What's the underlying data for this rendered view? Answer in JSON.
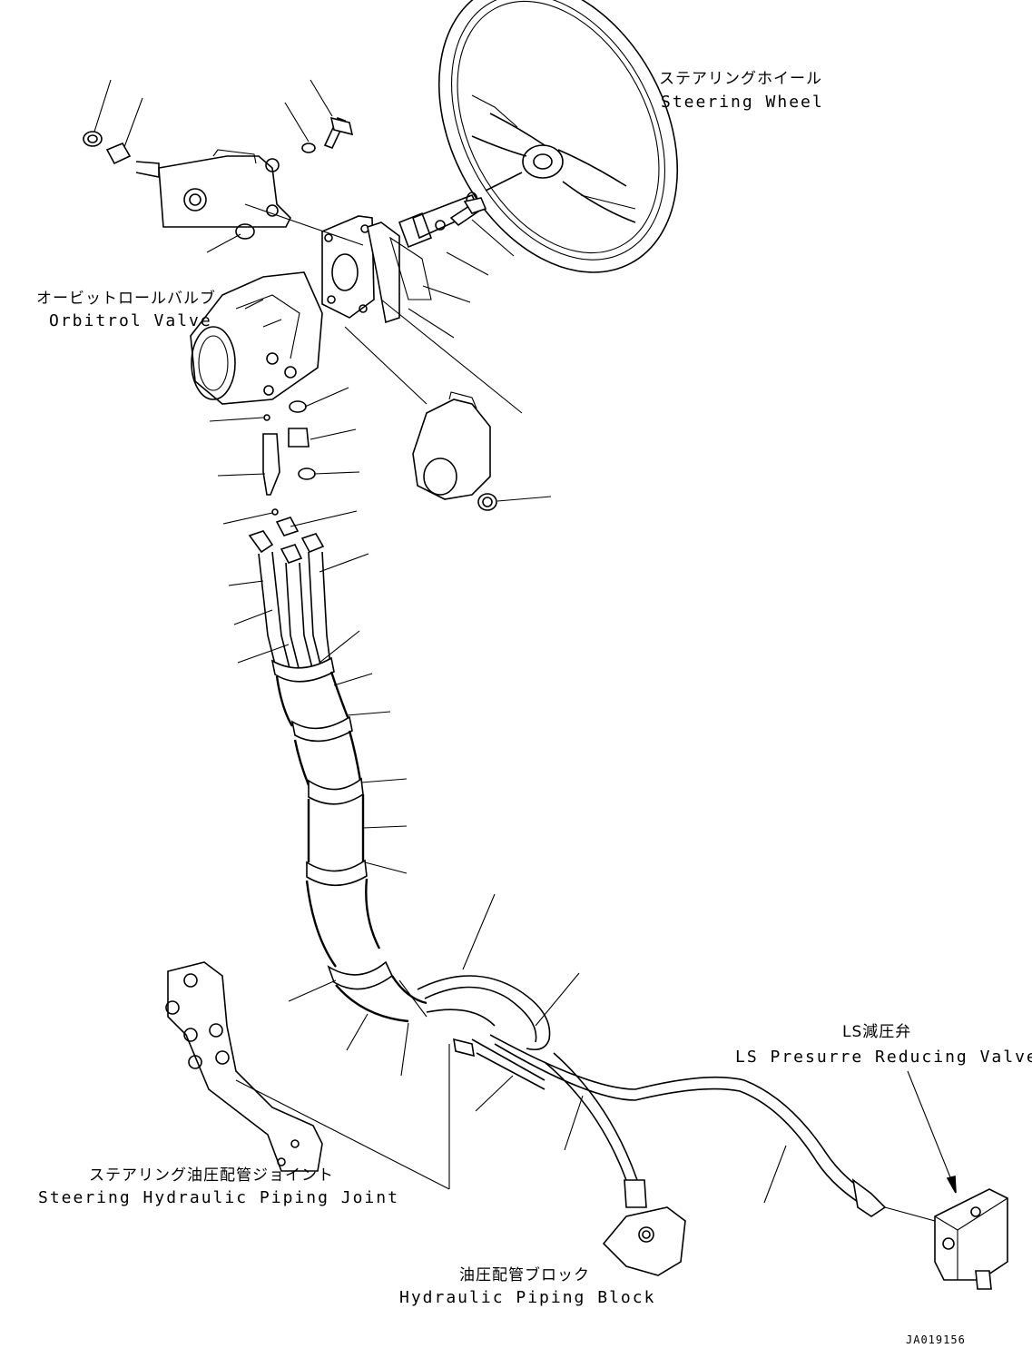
{
  "labels": {
    "steering_wheel": {
      "jp": "ステアリングホイール",
      "en": "Steering Wheel"
    },
    "orbitrol_valve": {
      "jp": "オービットロールバルブ",
      "en": "Orbitrol Valve"
    },
    "ls_valve": {
      "jp": "LS減圧弁",
      "en": "LS Presurre Reducing Valve"
    },
    "piping_joint": {
      "jp": "ステアリング油圧配管ジョイント",
      "en": "Steering Hydraulic Piping Joint"
    },
    "piping_block": {
      "jp": "油圧配管ブロック",
      "en": "Hydraulic Piping Block"
    }
  },
  "drawing_ref": "JA019156",
  "colors": {
    "line": "#000000",
    "background": "#ffffff"
  }
}
